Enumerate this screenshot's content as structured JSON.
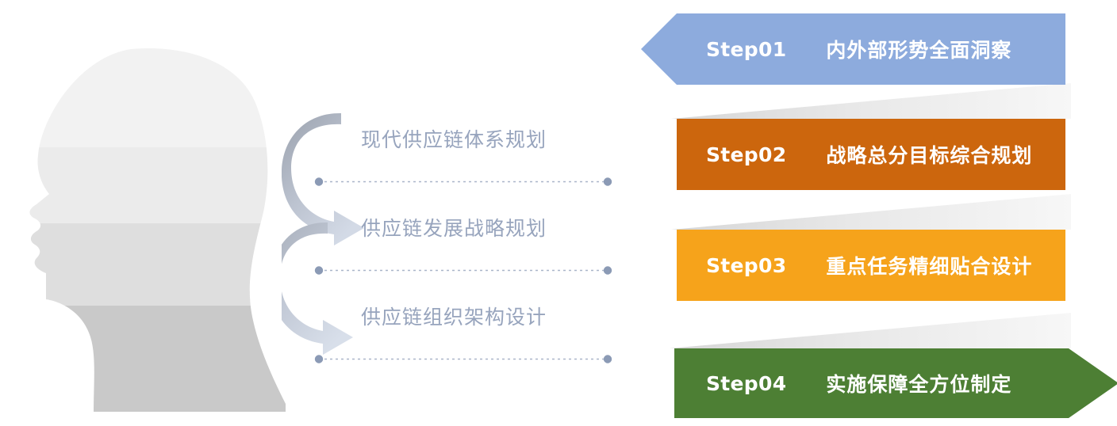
{
  "meta": {
    "diagram_type": "process-steps-with-head-silhouette",
    "background_color": "#ffffff"
  },
  "illustration": {
    "name": "head-profile-silhouette",
    "band_colors": [
      "#f2f2f2",
      "#ebebeb",
      "#dedede",
      "#c9c9c9"
    ]
  },
  "arrows": {
    "icon_name": "curved-arrow-down-right",
    "count": 3,
    "color_dark": "#a7adb8",
    "color_light": "#cfd6e2"
  },
  "labels": {
    "dot_color": "#8b9ab5",
    "line_color": "#aab5c9",
    "text_color": "#97a4bd",
    "items": [
      {
        "text": "现代供应链体系规划"
      },
      {
        "text": "供应链发展战略规划"
      },
      {
        "text": "供应链组织架构设计"
      }
    ]
  },
  "steps": {
    "connector_color_left": "#d8d8d8",
    "connector_color_right": "#f4f4f4",
    "items": [
      {
        "code": "Step01",
        "title": "内外部形势全面洞察",
        "color": "#8dabdd",
        "shape": "chevron-left-tail"
      },
      {
        "code": "Step02",
        "title": "战略总分目标综合规划",
        "color": "#cc660d",
        "shape": "rectangle"
      },
      {
        "code": "Step03",
        "title": "重点任务精细贴合设计",
        "color": "#f6a31b",
        "shape": "rectangle"
      },
      {
        "code": "Step04",
        "title": "实施保障全方位制定",
        "color": "#4d7f34",
        "shape": "arrow-right-head"
      }
    ]
  }
}
